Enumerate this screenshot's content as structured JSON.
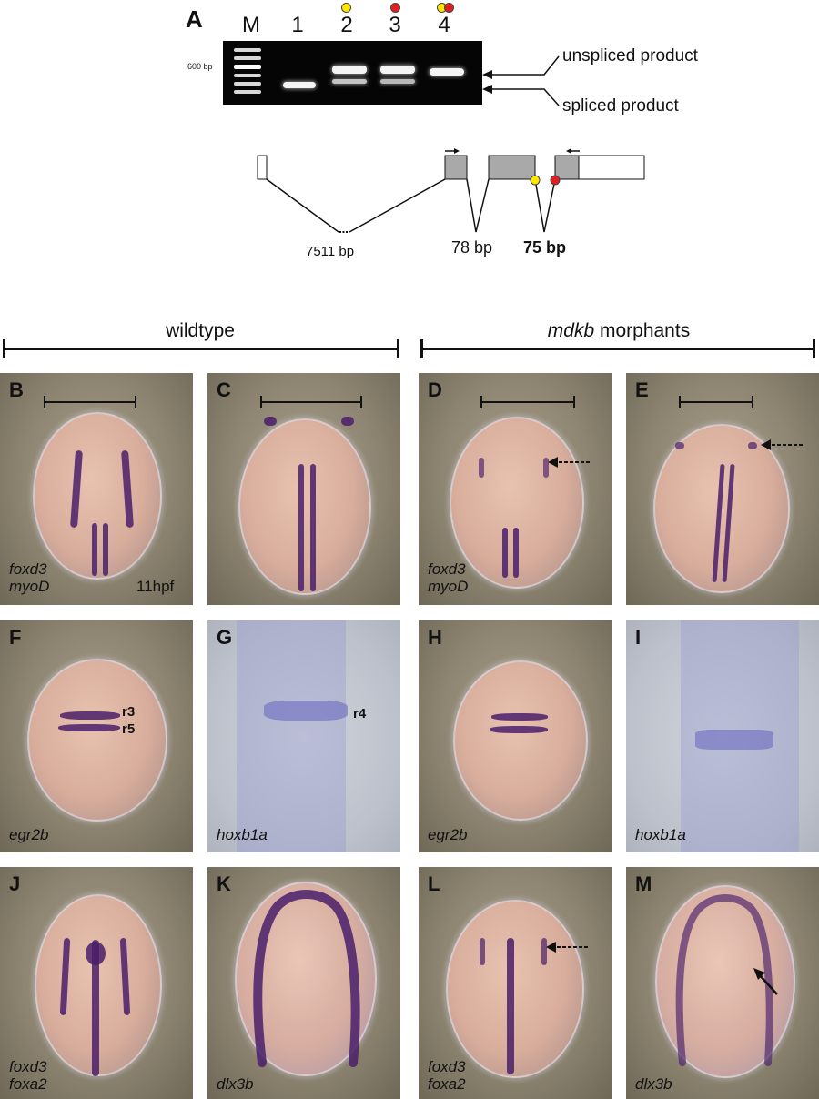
{
  "panelA": {
    "label": "A",
    "lane_labels": [
      "M",
      "1",
      "2",
      "3",
      "4"
    ],
    "marker_label": "600 bp",
    "unspliced_label": "unspliced product",
    "spliced_label": "spliced product",
    "intron_labels": [
      "7511 bp",
      "78 bp",
      "75 bp"
    ]
  },
  "groups": {
    "wildtype": "wildtype",
    "morphant_gene": "mdkb",
    "morphant_rest": " morphants"
  },
  "panels": {
    "B": {
      "label": "B",
      "gene": [
        "foxd3",
        "myoD"
      ],
      "stage": "11hpf"
    },
    "C": {
      "label": "C"
    },
    "D": {
      "label": "D",
      "gene": [
        "foxd3",
        "myoD"
      ]
    },
    "E": {
      "label": "E"
    },
    "F": {
      "label": "F",
      "gene": [
        "egr2b"
      ],
      "r3": "r3",
      "r5": "r5"
    },
    "G": {
      "label": "G",
      "gene": [
        "hoxb1a"
      ],
      "r4": "r4"
    },
    "H": {
      "label": "H",
      "gene": [
        "egr2b"
      ]
    },
    "I": {
      "label": "I",
      "gene": [
        "hoxb1a"
      ]
    },
    "J": {
      "label": "J",
      "gene": [
        "foxd3",
        "foxa2"
      ]
    },
    "K": {
      "label": "K",
      "gene": [
        "dlx3b"
      ]
    },
    "L": {
      "label": "L",
      "gene": [
        "foxd3",
        "foxa2"
      ]
    },
    "M": {
      "label": "M",
      "gene": [
        "dlx3b"
      ]
    }
  },
  "colors": {
    "dot_yellow": "#ffe600",
    "dot_red": "#e31e1e",
    "stain": "#4a1f6a",
    "exon": "#a9a9a9"
  }
}
